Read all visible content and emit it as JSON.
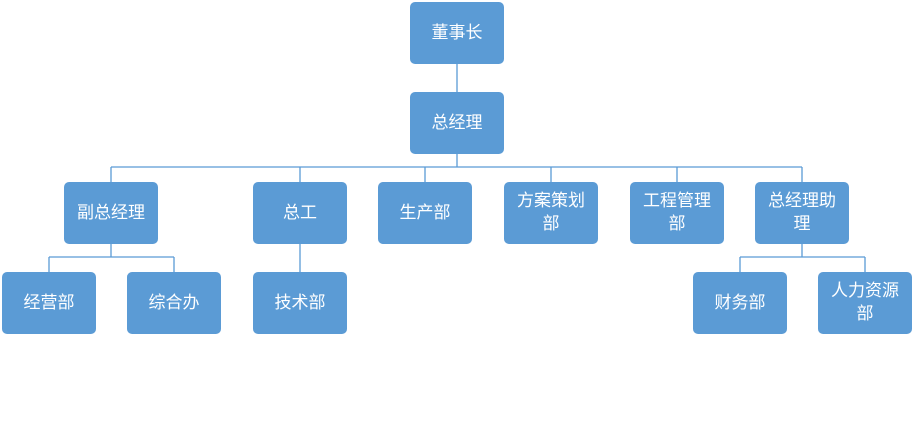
{
  "org_chart": {
    "colors": {
      "node_fill": "#5b9bd5",
      "node_text": "#ffffff",
      "connector": "#5b9bd5"
    },
    "root": {
      "label": "董事长",
      "child": {
        "label": "总经理",
        "departments": [
          {
            "label": "副总经理",
            "sub": [
              {
                "label": "经营部"
              },
              {
                "label": "综合办"
              }
            ]
          },
          {
            "label": "总工",
            "sub": [
              {
                "label": "技术部"
              }
            ]
          },
          {
            "label": "生产部"
          },
          {
            "label": "方案策划部"
          },
          {
            "label": "工程管理部"
          },
          {
            "label": "总经理助理",
            "sub": [
              {
                "label": "财务部"
              },
              {
                "label": "人力资源部"
              }
            ]
          }
        ]
      }
    }
  }
}
